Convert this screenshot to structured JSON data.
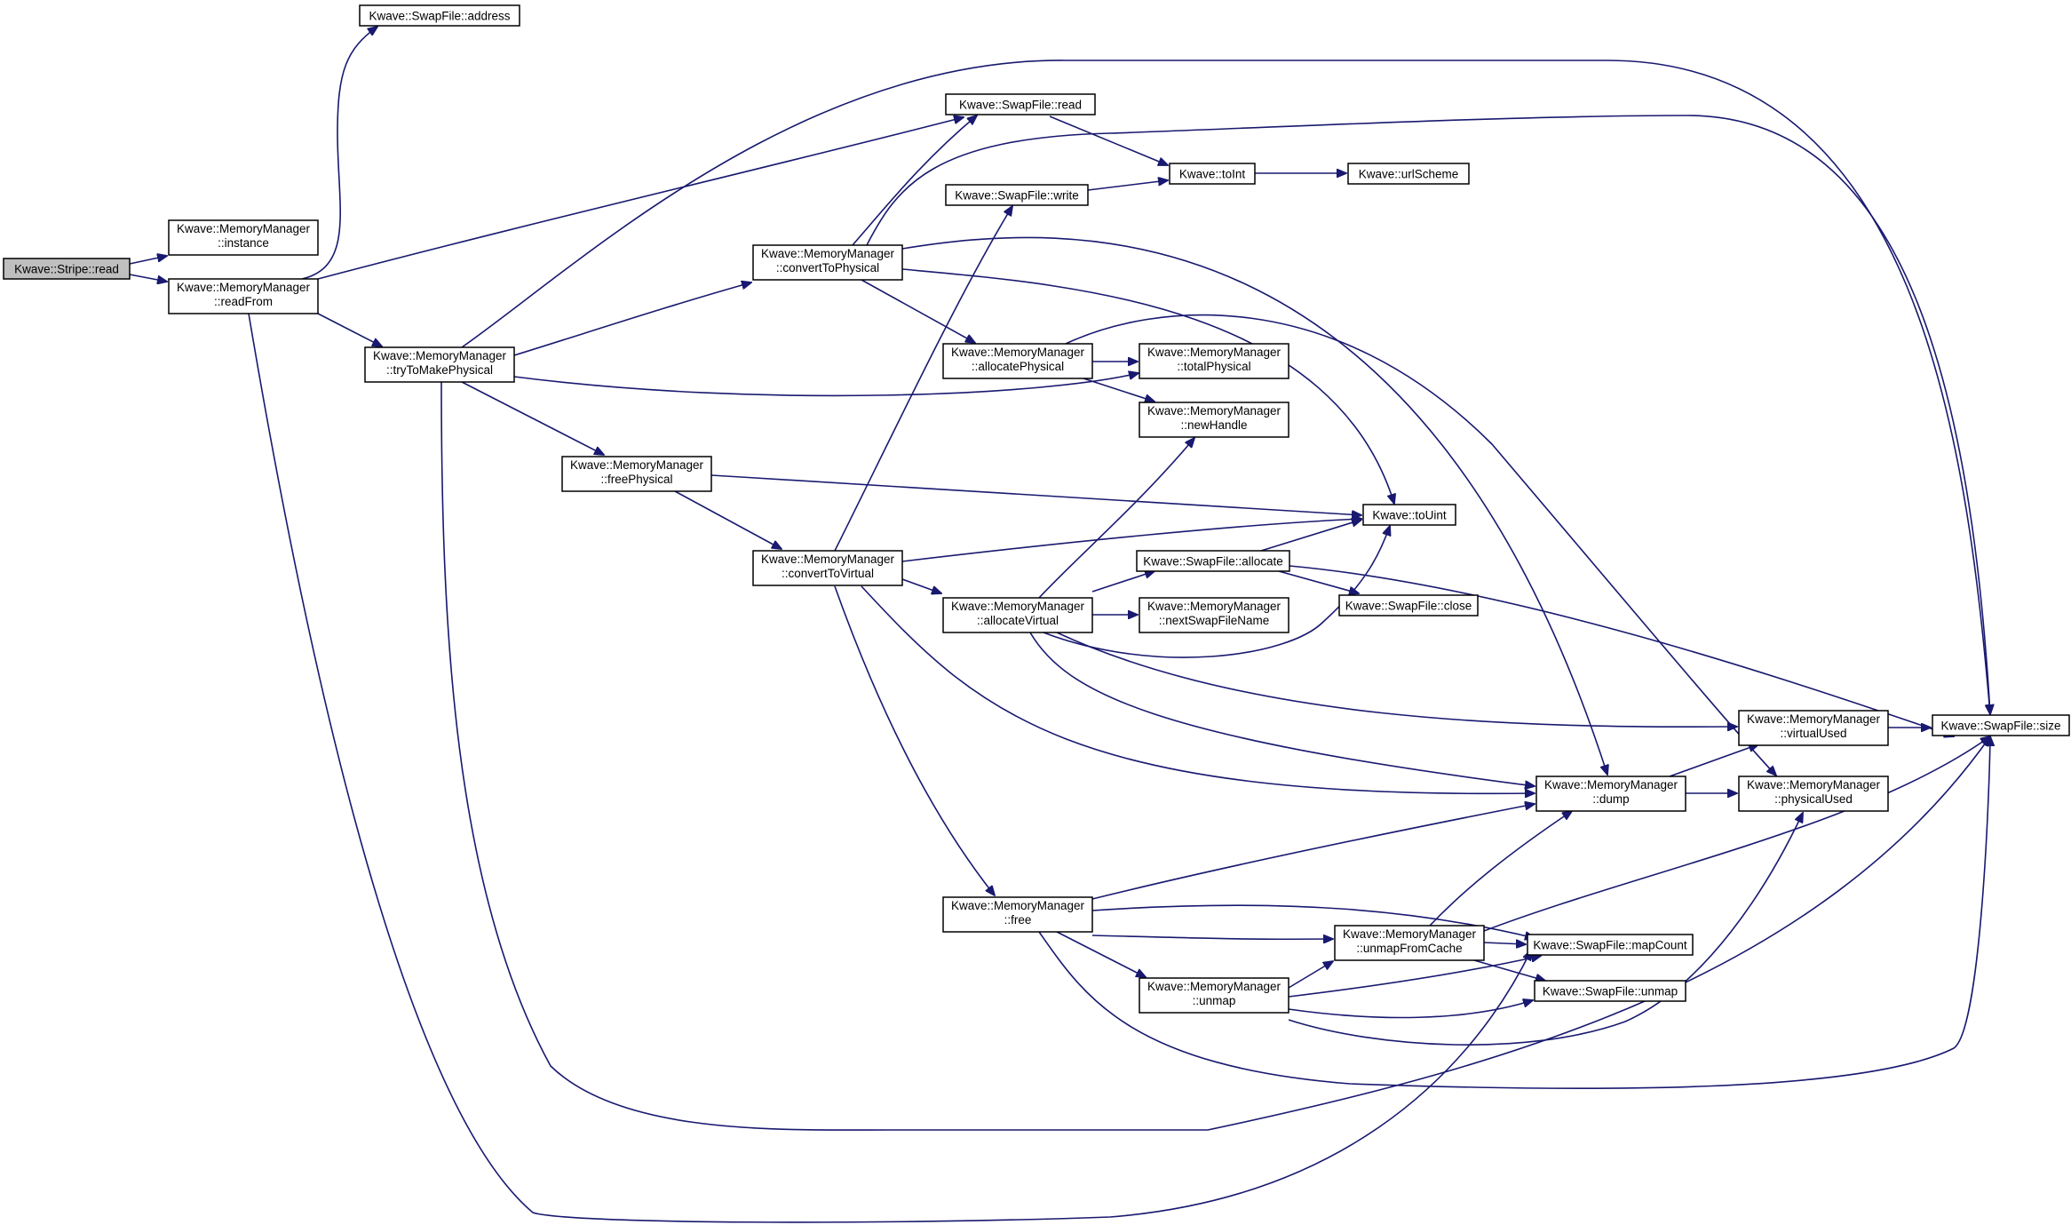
{
  "nodes": {
    "stripe_read": {
      "lines": [
        "Kwave::Stripe::read"
      ]
    },
    "mm_instance": {
      "lines": [
        "Kwave::MemoryManager",
        "::instance"
      ]
    },
    "mm_readFrom": {
      "lines": [
        "Kwave::MemoryManager",
        "::readFrom"
      ]
    },
    "sf_address": {
      "lines": [
        "Kwave::SwapFile::address"
      ]
    },
    "mm_tryToMakePhysical": {
      "lines": [
        "Kwave::MemoryManager",
        "::tryToMakePhysical"
      ]
    },
    "sf_read": {
      "lines": [
        "Kwave::SwapFile::read"
      ]
    },
    "sf_write": {
      "lines": [
        "Kwave::SwapFile::write"
      ]
    },
    "mm_convertToPhysical": {
      "lines": [
        "Kwave::MemoryManager",
        "::convertToPhysical"
      ]
    },
    "toInt": {
      "lines": [
        "Kwave::toInt"
      ]
    },
    "urlScheme": {
      "lines": [
        "Kwave::urlScheme"
      ]
    },
    "mm_allocatePhysical": {
      "lines": [
        "Kwave::MemoryManager",
        "::allocatePhysical"
      ]
    },
    "mm_totalPhysical": {
      "lines": [
        "Kwave::MemoryManager",
        "::totalPhysical"
      ]
    },
    "mm_newHandle": {
      "lines": [
        "Kwave::MemoryManager",
        "::newHandle"
      ]
    },
    "mm_freePhysical": {
      "lines": [
        "Kwave::MemoryManager",
        "::freePhysical"
      ]
    },
    "toUint": {
      "lines": [
        "Kwave::toUint"
      ]
    },
    "mm_convertToVirtual": {
      "lines": [
        "Kwave::MemoryManager",
        "::convertToVirtual"
      ]
    },
    "sf_allocate": {
      "lines": [
        "Kwave::SwapFile::allocate"
      ]
    },
    "sf_close": {
      "lines": [
        "Kwave::SwapFile::close"
      ]
    },
    "mm_allocateVirtual": {
      "lines": [
        "Kwave::MemoryManager",
        "::allocateVirtual"
      ]
    },
    "mm_nextSwapFileName": {
      "lines": [
        "Kwave::MemoryManager",
        "::nextSwapFileName"
      ]
    },
    "mm_virtualUsed": {
      "lines": [
        "Kwave::MemoryManager",
        "::virtualUsed"
      ]
    },
    "sf_size": {
      "lines": [
        "Kwave::SwapFile::size"
      ]
    },
    "mm_dump": {
      "lines": [
        "Kwave::MemoryManager",
        "::dump"
      ]
    },
    "mm_physicalUsed": {
      "lines": [
        "Kwave::MemoryManager",
        "::physicalUsed"
      ]
    },
    "mm_free": {
      "lines": [
        "Kwave::MemoryManager",
        "::free"
      ]
    },
    "mm_unmapFromCache": {
      "lines": [
        "Kwave::MemoryManager",
        "::unmapFromCache"
      ]
    },
    "sf_mapCount": {
      "lines": [
        "Kwave::SwapFile::mapCount"
      ]
    },
    "mm_unmap": {
      "lines": [
        "Kwave::MemoryManager",
        "::unmap"
      ]
    },
    "sf_unmap": {
      "lines": [
        "Kwave::SwapFile::unmap"
      ]
    }
  },
  "edges": [
    [
      "stripe_read",
      "mm_instance"
    ],
    [
      "stripe_read",
      "mm_readFrom"
    ],
    [
      "mm_readFrom",
      "sf_address"
    ],
    [
      "mm_readFrom",
      "sf_read"
    ],
    [
      "mm_readFrom",
      "mm_tryToMakePhysical"
    ],
    [
      "mm_readFrom",
      "sf_mapCount"
    ],
    [
      "mm_tryToMakePhysical",
      "sf_size"
    ],
    [
      "mm_tryToMakePhysical",
      "mm_convertToPhysical"
    ],
    [
      "mm_tryToMakePhysical",
      "mm_totalPhysical"
    ],
    [
      "mm_tryToMakePhysical",
      "mm_freePhysical"
    ],
    [
      "mm_tryToMakePhysical",
      "sf_size"
    ],
    [
      "sf_read",
      "toInt"
    ],
    [
      "sf_write",
      "toInt"
    ],
    [
      "toInt",
      "urlScheme"
    ],
    [
      "mm_convertToPhysical",
      "sf_read"
    ],
    [
      "mm_convertToPhysical",
      "sf_size"
    ],
    [
      "mm_convertToPhysical",
      "mm_dump"
    ],
    [
      "mm_convertToPhysical",
      "toUint"
    ],
    [
      "mm_convertToPhysical",
      "mm_allocatePhysical"
    ],
    [
      "mm_allocatePhysical",
      "mm_totalPhysical"
    ],
    [
      "mm_allocatePhysical",
      "mm_newHandle"
    ],
    [
      "mm_allocatePhysical",
      "mm_physicalUsed"
    ],
    [
      "mm_freePhysical",
      "toUint"
    ],
    [
      "mm_freePhysical",
      "mm_convertToVirtual"
    ],
    [
      "mm_convertToVirtual",
      "sf_write"
    ],
    [
      "mm_convertToVirtual",
      "toUint"
    ],
    [
      "mm_convertToVirtual",
      "mm_allocateVirtual"
    ],
    [
      "mm_convertToVirtual",
      "mm_dump"
    ],
    [
      "mm_convertToVirtual",
      "mm_free"
    ],
    [
      "mm_allocateVirtual",
      "mm_newHandle"
    ],
    [
      "mm_allocateVirtual",
      "sf_allocate"
    ],
    [
      "mm_allocateVirtual",
      "mm_nextSwapFileName"
    ],
    [
      "mm_allocateVirtual",
      "toUint"
    ],
    [
      "mm_allocateVirtual",
      "mm_virtualUsed"
    ],
    [
      "mm_allocateVirtual",
      "mm_dump"
    ],
    [
      "sf_allocate",
      "toUint"
    ],
    [
      "sf_allocate",
      "sf_close"
    ],
    [
      "sf_allocate",
      "sf_size"
    ],
    [
      "mm_virtualUsed",
      "sf_size"
    ],
    [
      "mm_dump",
      "mm_virtualUsed"
    ],
    [
      "mm_dump",
      "mm_physicalUsed"
    ],
    [
      "mm_free",
      "mm_dump"
    ],
    [
      "mm_free",
      "mm_unmapFromCache"
    ],
    [
      "mm_free",
      "sf_mapCount"
    ],
    [
      "mm_free",
      "mm_unmap"
    ],
    [
      "mm_free",
      "sf_size"
    ],
    [
      "mm_unmapFromCache",
      "mm_dump"
    ],
    [
      "mm_unmapFromCache",
      "sf_size"
    ],
    [
      "mm_unmapFromCache",
      "sf_mapCount"
    ],
    [
      "mm_unmapFromCache",
      "sf_unmap"
    ],
    [
      "mm_unmap",
      "mm_unmapFromCache"
    ],
    [
      "mm_unmap",
      "sf_mapCount"
    ],
    [
      "mm_unmap",
      "sf_unmap"
    ],
    [
      "mm_unmap",
      "mm_physicalUsed"
    ]
  ],
  "colors": {
    "edge": "#191970",
    "node_border": "#000000",
    "root_fill": "#bfbfbf",
    "node_fill": "#ffffff"
  }
}
